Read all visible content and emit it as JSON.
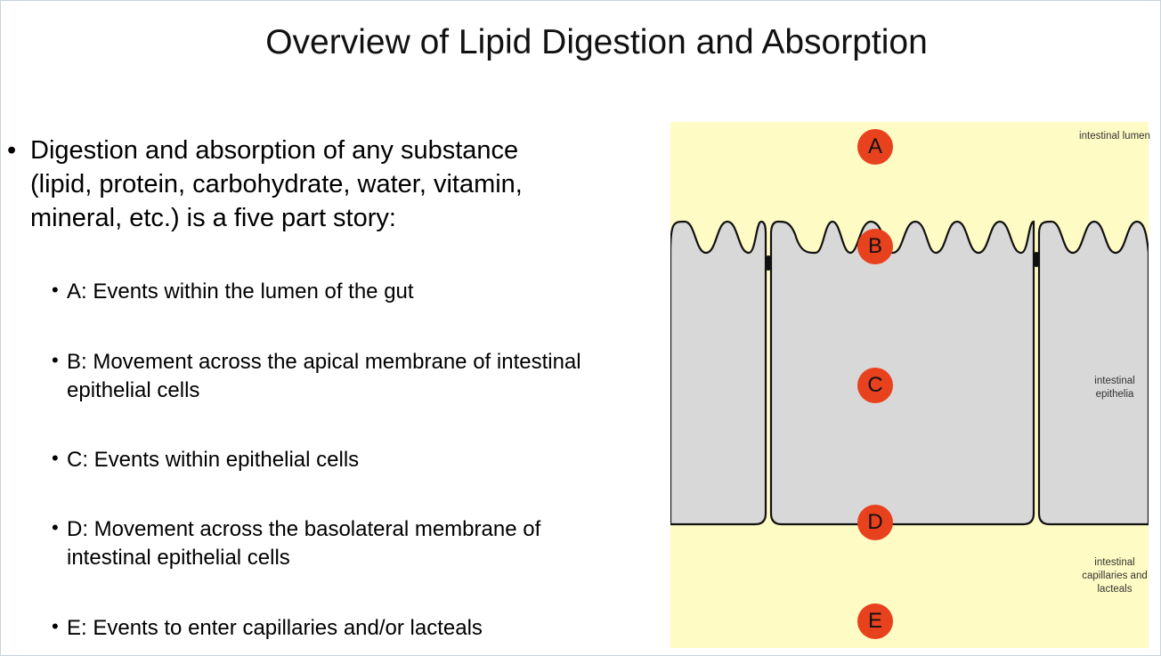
{
  "slide": {
    "title": "Overview of Lipid Digestion and Absorption",
    "main_bullet": "Digestion and absorption of any substance (lipid, protein, carbohydrate, water, vitamin, mineral, etc.) is a five part story:",
    "sub_bullets": [
      "A: Events within the lumen of the gut",
      "B: Movement across the apical membrane of intestinal epithelial cells",
      "C: Events within epithelial cells",
      "D: Movement across the basolateral membrane of intestinal epithelial cells",
      "E: Events to enter capillaries and/or lacteals"
    ]
  },
  "diagram": {
    "markers": [
      "A",
      "B",
      "C",
      "D",
      "E"
    ],
    "labels": {
      "lumen": "intestinal lumen",
      "epithelia": "intestinal epithelia",
      "capillaries": "intestinal capillaries and lacteals"
    },
    "colors": {
      "background": "#fffbc4",
      "cell": "#d8d8d8",
      "marker": "#e8411d"
    }
  }
}
